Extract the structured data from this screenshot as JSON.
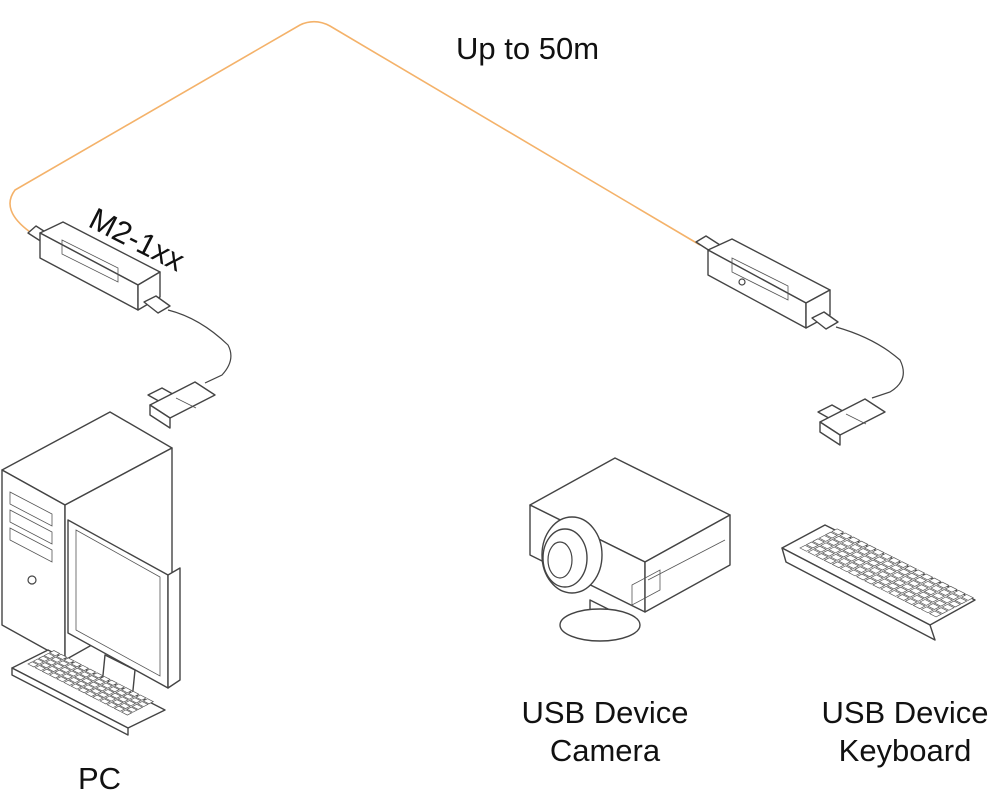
{
  "diagram": {
    "cable_length_label": "Up to 50m",
    "model_label": "M2-1xx",
    "pc_label": "PC",
    "camera_label": {
      "line1": "USB Device",
      "line2": "Camera"
    },
    "keyboard_label": {
      "line1": "USB Device",
      "line2": "Keyboard"
    }
  },
  "colors": {
    "fiber_cable": "#f4b26a",
    "line_art": "#444444",
    "text": "#111111",
    "background": "#ffffff"
  }
}
